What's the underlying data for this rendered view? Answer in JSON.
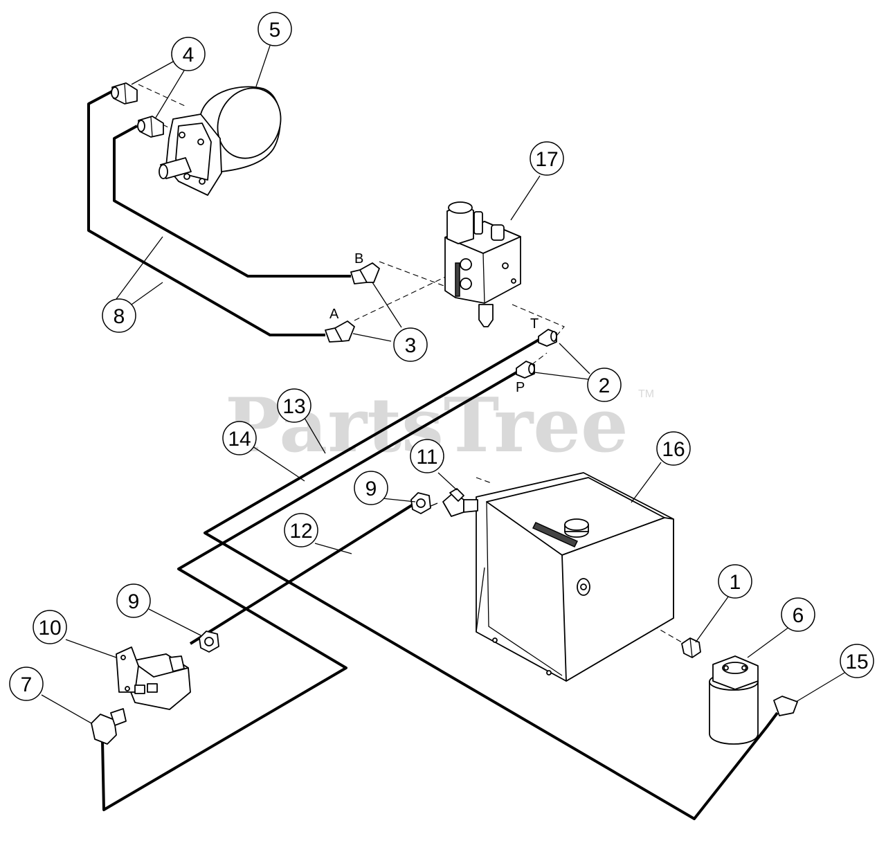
{
  "watermark": {
    "text": "PartsTree",
    "trademark": "TM"
  },
  "ports": {
    "a": "A",
    "b": "B",
    "t": "T",
    "p": "P"
  },
  "callouts": {
    "c1": "1",
    "c2": "2",
    "c3": "3",
    "c4": "4",
    "c5": "5",
    "c6": "6",
    "c7": "7",
    "c8": "8",
    "c9a": "9",
    "c9b": "9",
    "c10": "10",
    "c11": "11",
    "c12": "12",
    "c13": "13",
    "c14": "14",
    "c15": "15",
    "c16": "16",
    "c17": "17"
  },
  "colors": {
    "line": "#000000",
    "background": "#ffffff",
    "watermark": "#d9d9d9"
  }
}
